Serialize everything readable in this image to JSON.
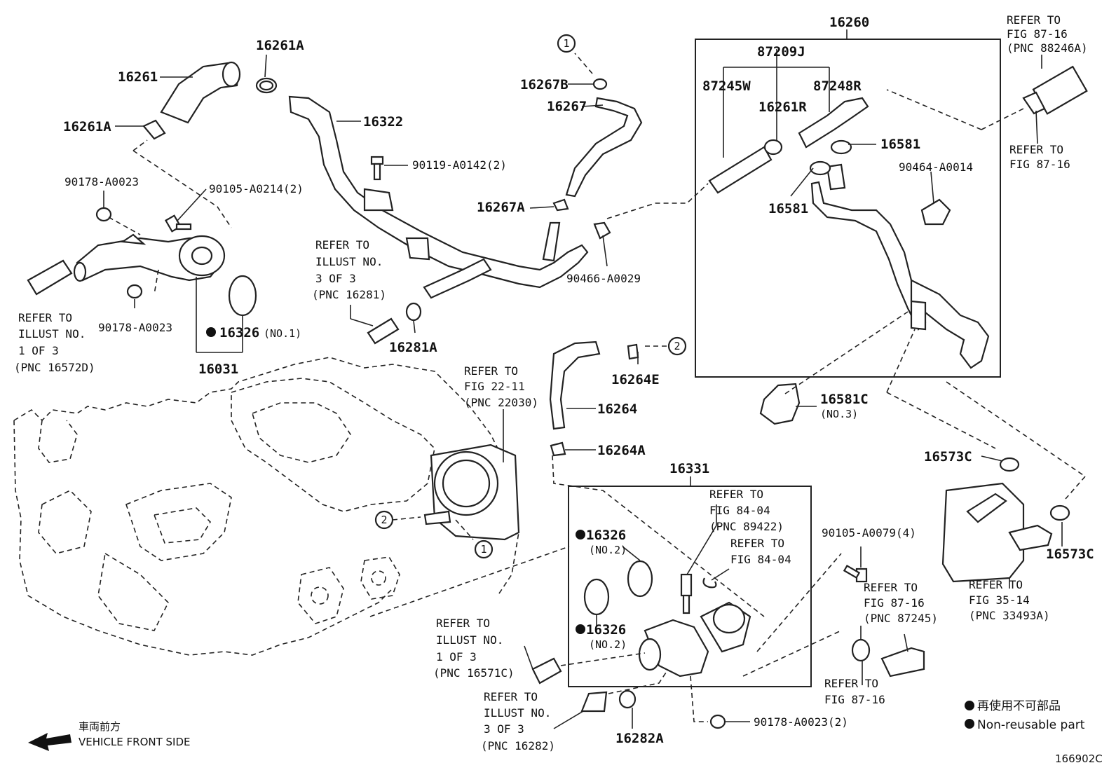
{
  "parts": {
    "p16261": "16261",
    "p16261A_top": "16261A",
    "p16261A_left": "16261A",
    "p16322": "16322",
    "p90119": "90119-A0142(2)",
    "p90178_a": "90178-A0023",
    "p90105_a": "90105-A0214(2)",
    "p90178_b": "90178-A0023",
    "p16326_no1": "16326",
    "p16326_no1_sub": "(NO.1)",
    "p16031": "16031",
    "p16267B": "16267B",
    "p16267": "16267",
    "p16267A": "16267A",
    "p90466": "90466-A0029",
    "p16281A": "16281A",
    "p16260": "16260",
    "p87209J": "87209J",
    "p87245W": "87245W",
    "p87248R": "87248R",
    "p16261R": "16261R",
    "p16581_a": "16581",
    "p16581_b": "16581",
    "p90464": "90464-A0014",
    "p16581C": "16581C",
    "p16581C_sub": "(NO.3)",
    "p16264E": "16264E",
    "p16264": "16264",
    "p16264A": "16264A",
    "p16331": "16331",
    "p16326_no2a": "16326",
    "p16326_no2a_sub": "(NO.2)",
    "p16326_no2b": "16326",
    "p16326_no2b_sub": "(NO.2)",
    "p90105_b": "90105-A0079(4)",
    "p16573C_a": "16573C",
    "p16573C_b": "16573C",
    "p16282A": "16282A",
    "p90178_c": "90178-A0023(2)",
    "callout1": "1",
    "callout2": "2"
  },
  "refs": {
    "r1": [
      "REFER TO",
      "FIG 87-16",
      "(PNC 88246A)"
    ],
    "r2": [
      "REFER TO",
      "FIG 87-16"
    ],
    "r3": [
      "REFER TO",
      "ILLUST NO.",
      "3 OF 3",
      "(PNC 16281)"
    ],
    "r4": [
      "REFER TO",
      "ILLUST NO.",
      "1 OF 3",
      "(PNC 16572D)"
    ],
    "r5": [
      "REFER TO",
      "FIG 22-11",
      "(PNC 22030)"
    ],
    "r6": [
      "REFER TO",
      "FIG 84-04",
      "(PNC 89422)"
    ],
    "r7": [
      "REFER TO",
      "FIG 84-04"
    ],
    "r8": [
      "REFER TO",
      "FIG 87-16",
      "(PNC 87245)"
    ],
    "r9": [
      "REFER TO",
      "FIG 35-14",
      "(PNC 33493A)"
    ],
    "r10": [
      "REFER TO",
      "ILLUST NO.",
      "1 OF 3",
      "(PNC 16571C)"
    ],
    "r11": [
      "REFER TO",
      "ILLUST NO.",
      "3 OF 3",
      "(PNC 16282)"
    ],
    "r12": [
      "REFER TO",
      "FIG 87-16"
    ]
  },
  "legend": {
    "jp": "再使用不可部品",
    "en": "Non-reusable part"
  },
  "front": {
    "jp": "車両前方",
    "en": "VEHICLE FRONT SIDE"
  },
  "figure_id": "166902C"
}
